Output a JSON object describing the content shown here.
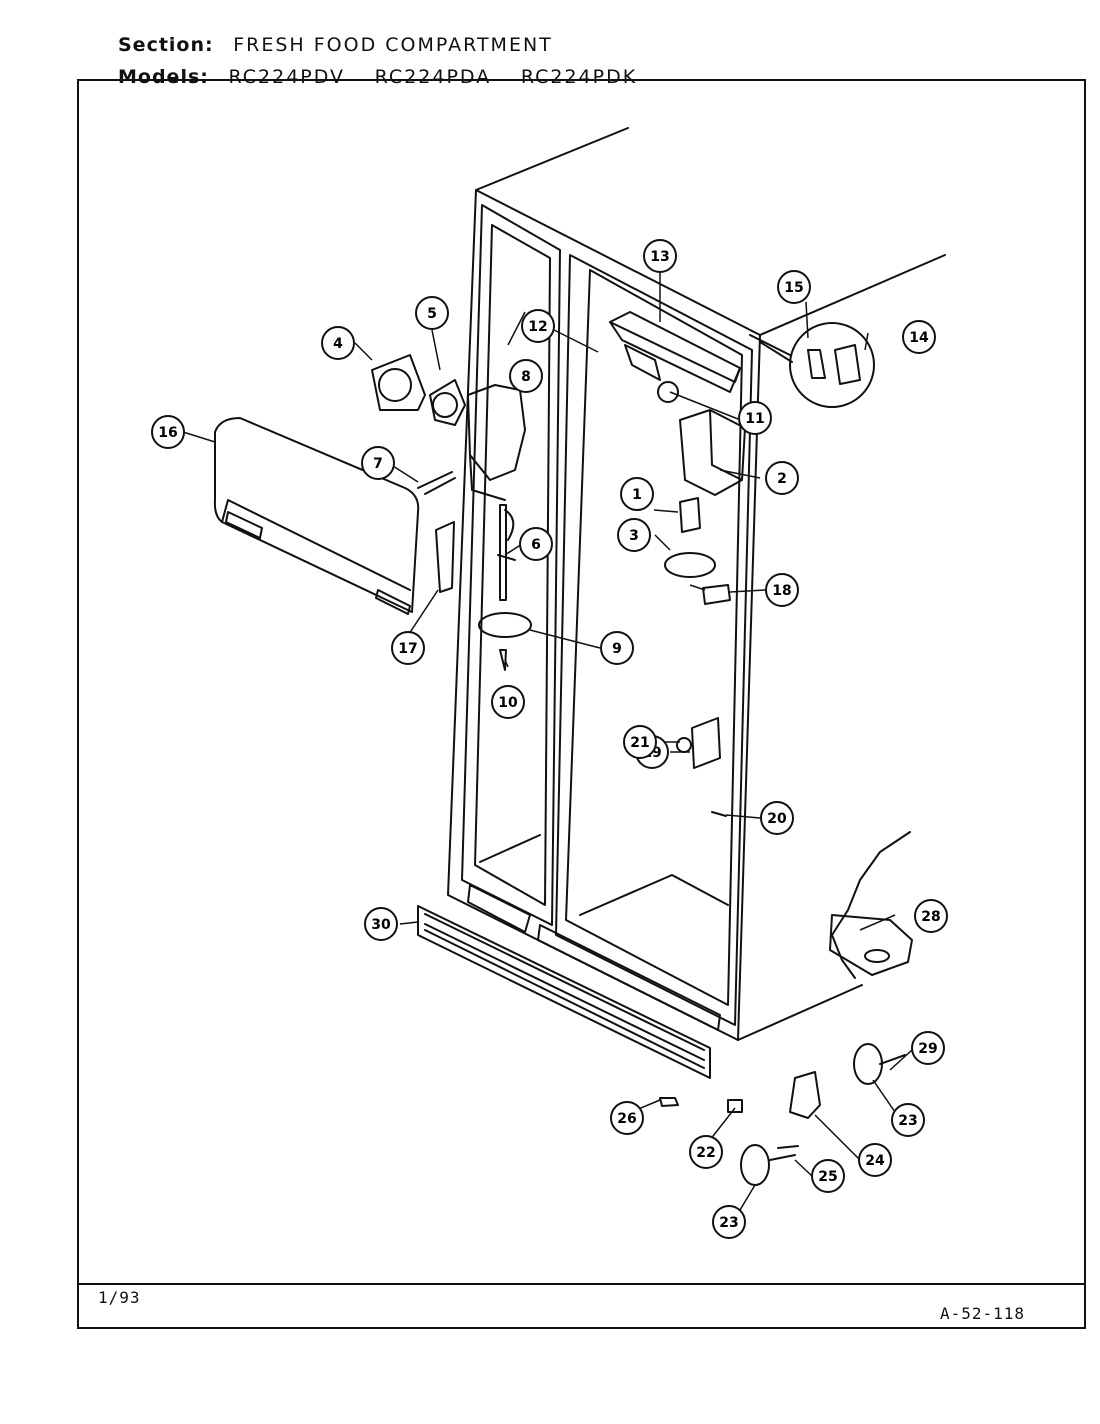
{
  "header": {
    "section_label": "Section:",
    "section_value": "FRESH FOOD COMPARTMENT",
    "models_label": "Models:",
    "models": [
      "RC224PDV",
      "RC224PDA",
      "RC224PDK"
    ]
  },
  "footer": {
    "date": "1/93",
    "code": "A-52-118"
  },
  "callouts": [
    "1",
    "2",
    "3",
    "4",
    "5",
    "6",
    "7",
    "8",
    "9",
    "10",
    "11",
    "12",
    "13",
    "14",
    "15",
    "16",
    "17",
    "18",
    "19",
    "20",
    "21",
    "22",
    "23",
    "24",
    "25",
    "26",
    "28",
    "29",
    "30",
    "23"
  ]
}
